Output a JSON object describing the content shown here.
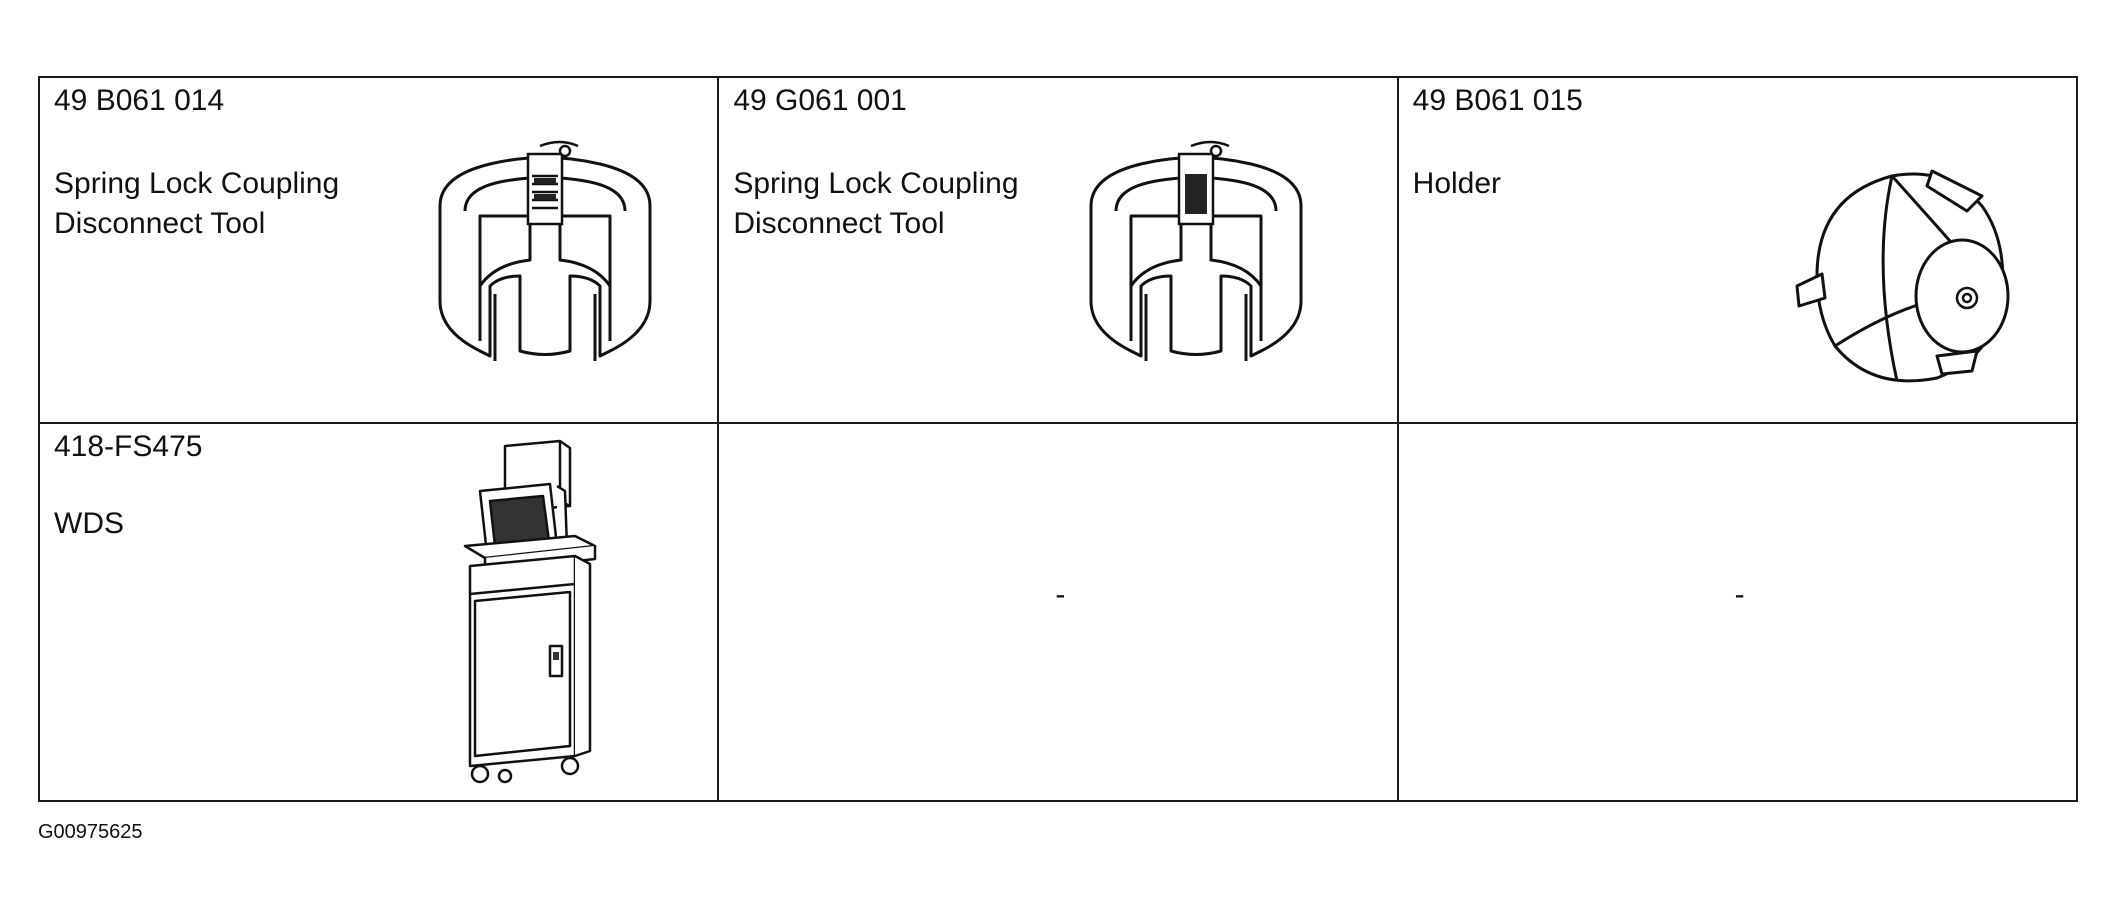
{
  "tools": [
    {
      "part_number": "49 B061 014",
      "name": "Spring Lock Coupling Disconnect Tool",
      "icon": "spring-lock-coupling-tool-icon"
    },
    {
      "part_number": "49 G061 001",
      "name": "Spring Lock Coupling Disconnect Tool",
      "icon": "spring-lock-coupling-tool-icon"
    },
    {
      "part_number": "49 B061 015",
      "name": "Holder",
      "icon": "holder-icon"
    },
    {
      "part_number": "418-FS475",
      "name": "WDS",
      "icon": "wds-cart-icon"
    },
    {
      "placeholder": "-"
    },
    {
      "placeholder": "-"
    }
  ],
  "figure_id": "G00975625"
}
